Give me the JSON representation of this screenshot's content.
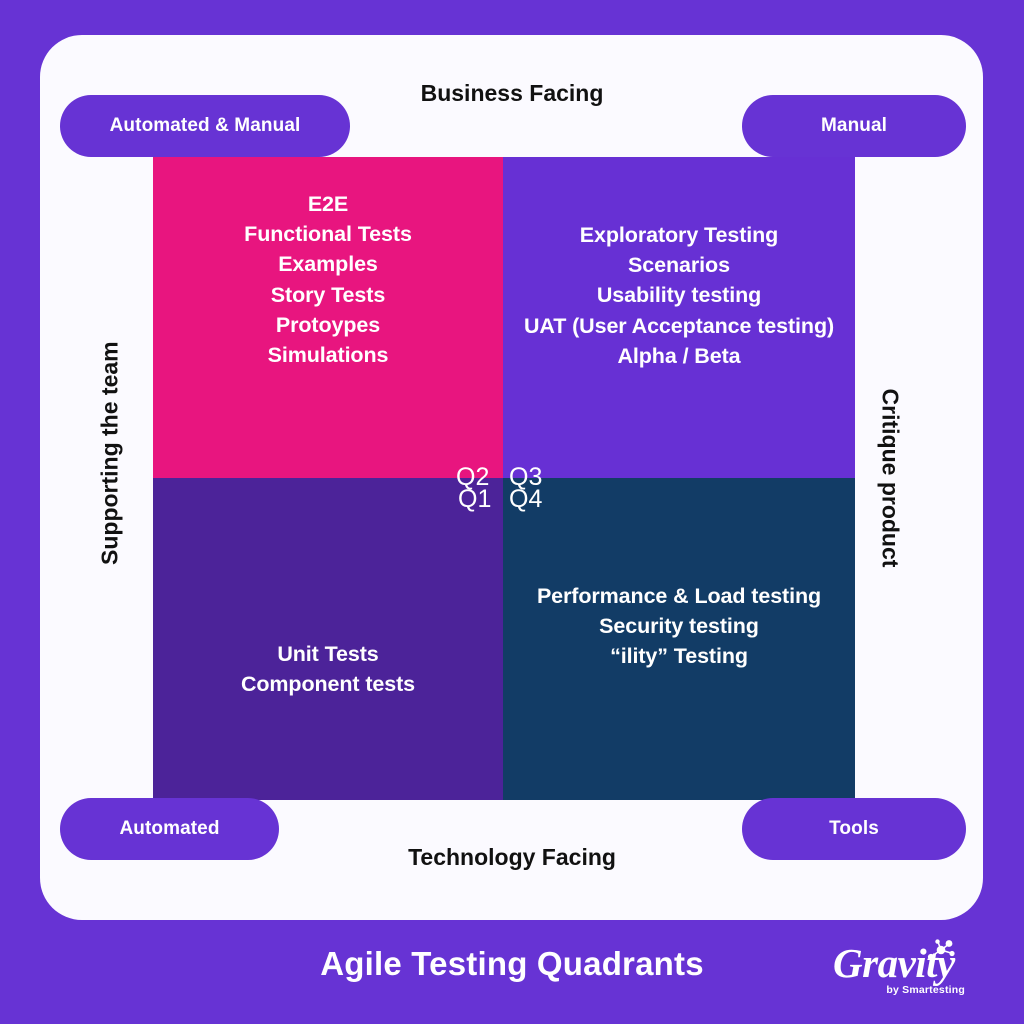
{
  "page": {
    "background_color": "#6733D4",
    "card_color": "#FBFAFF",
    "footer_title": "Agile Testing Quadrants"
  },
  "axes": {
    "top": "Business Facing",
    "bottom": "Technology Facing",
    "left": "Supporting the team",
    "right": "Critique product"
  },
  "pills": {
    "top_left": "Automated & Manual",
    "top_right": "Manual",
    "bottom_left": "Automated",
    "bottom_right": "Tools",
    "color": "#6733D4"
  },
  "quadrants": [
    {
      "id": "Q2",
      "position": "top-left",
      "color": "#E8157F",
      "items": [
        "E2E",
        "Functional Tests",
        "Examples",
        "Story Tests",
        "Protoypes",
        "Simulations"
      ]
    },
    {
      "id": "Q3",
      "position": "top-right",
      "color": "#6730D4",
      "items": [
        "Exploratory Testing",
        "Scenarios",
        "Usability testing",
        "UAT (User Acceptance testing)",
        "Alpha / Beta"
      ]
    },
    {
      "id": "Q1",
      "position": "bottom-left",
      "color": "#4C2399",
      "items": [
        "Unit Tests",
        "Component tests"
      ]
    },
    {
      "id": "Q4",
      "position": "bottom-right",
      "color": "#123C66",
      "items": [
        "Performance & Load testing",
        "Security testing",
        "“ility” Testing"
      ]
    }
  ],
  "logo": {
    "word": "Gravity",
    "tagline": "by Smartesting",
    "mark": "molecule-icon"
  }
}
